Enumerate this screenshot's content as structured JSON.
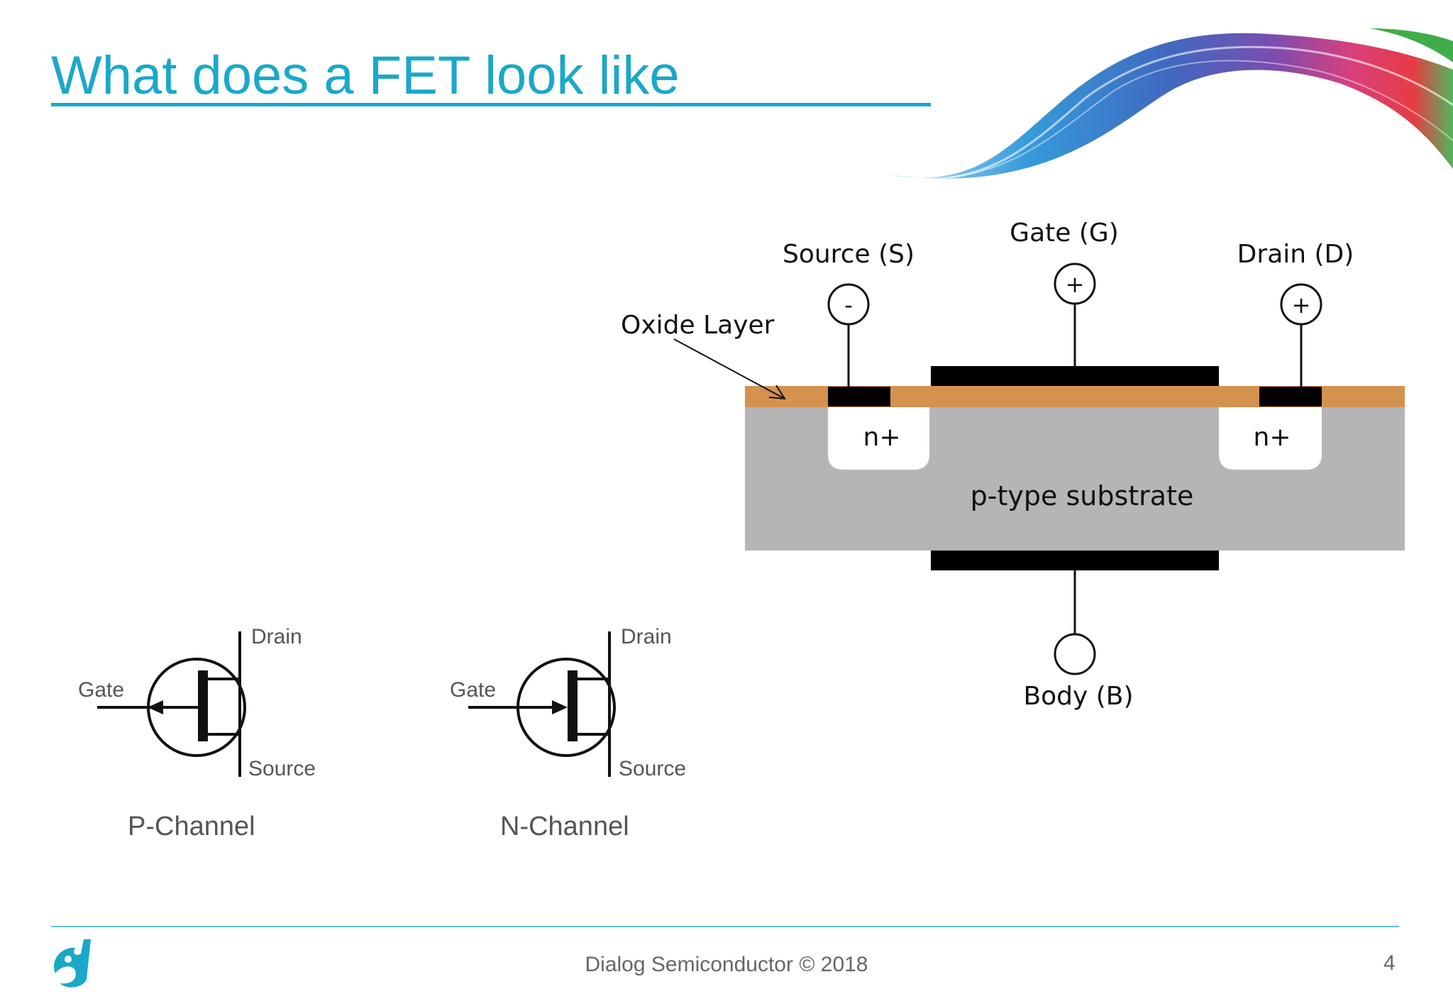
{
  "slide": {
    "title": "What does a FET look like",
    "accent_color": "#1aa8c9"
  },
  "cross_section": {
    "terminals": {
      "source": {
        "label": "Source (S)",
        "polarity": "-"
      },
      "gate": {
        "label": "Gate (G)",
        "polarity": "+"
      },
      "drain": {
        "label": "Drain (D)",
        "polarity": "+"
      },
      "body": {
        "label": "Body (B)"
      }
    },
    "oxide_label": "Oxide Layer",
    "left_region": "n+",
    "right_region": "n+",
    "substrate_label": "p-type substrate",
    "colors": {
      "oxide": "#d4924f",
      "substrate": "#b5b5b5",
      "contacts": "#000000"
    }
  },
  "symbols": [
    {
      "caption": "P-Channel",
      "drain": "Drain",
      "gate": "Gate",
      "source": "Source",
      "arrow": "outward"
    },
    {
      "caption": "N-Channel",
      "drain": "Drain",
      "gate": "Gate",
      "source": "Source",
      "arrow": "inward"
    }
  ],
  "footer": {
    "copyright": "Dialog Semiconductor © 2018",
    "page_number": "4"
  }
}
